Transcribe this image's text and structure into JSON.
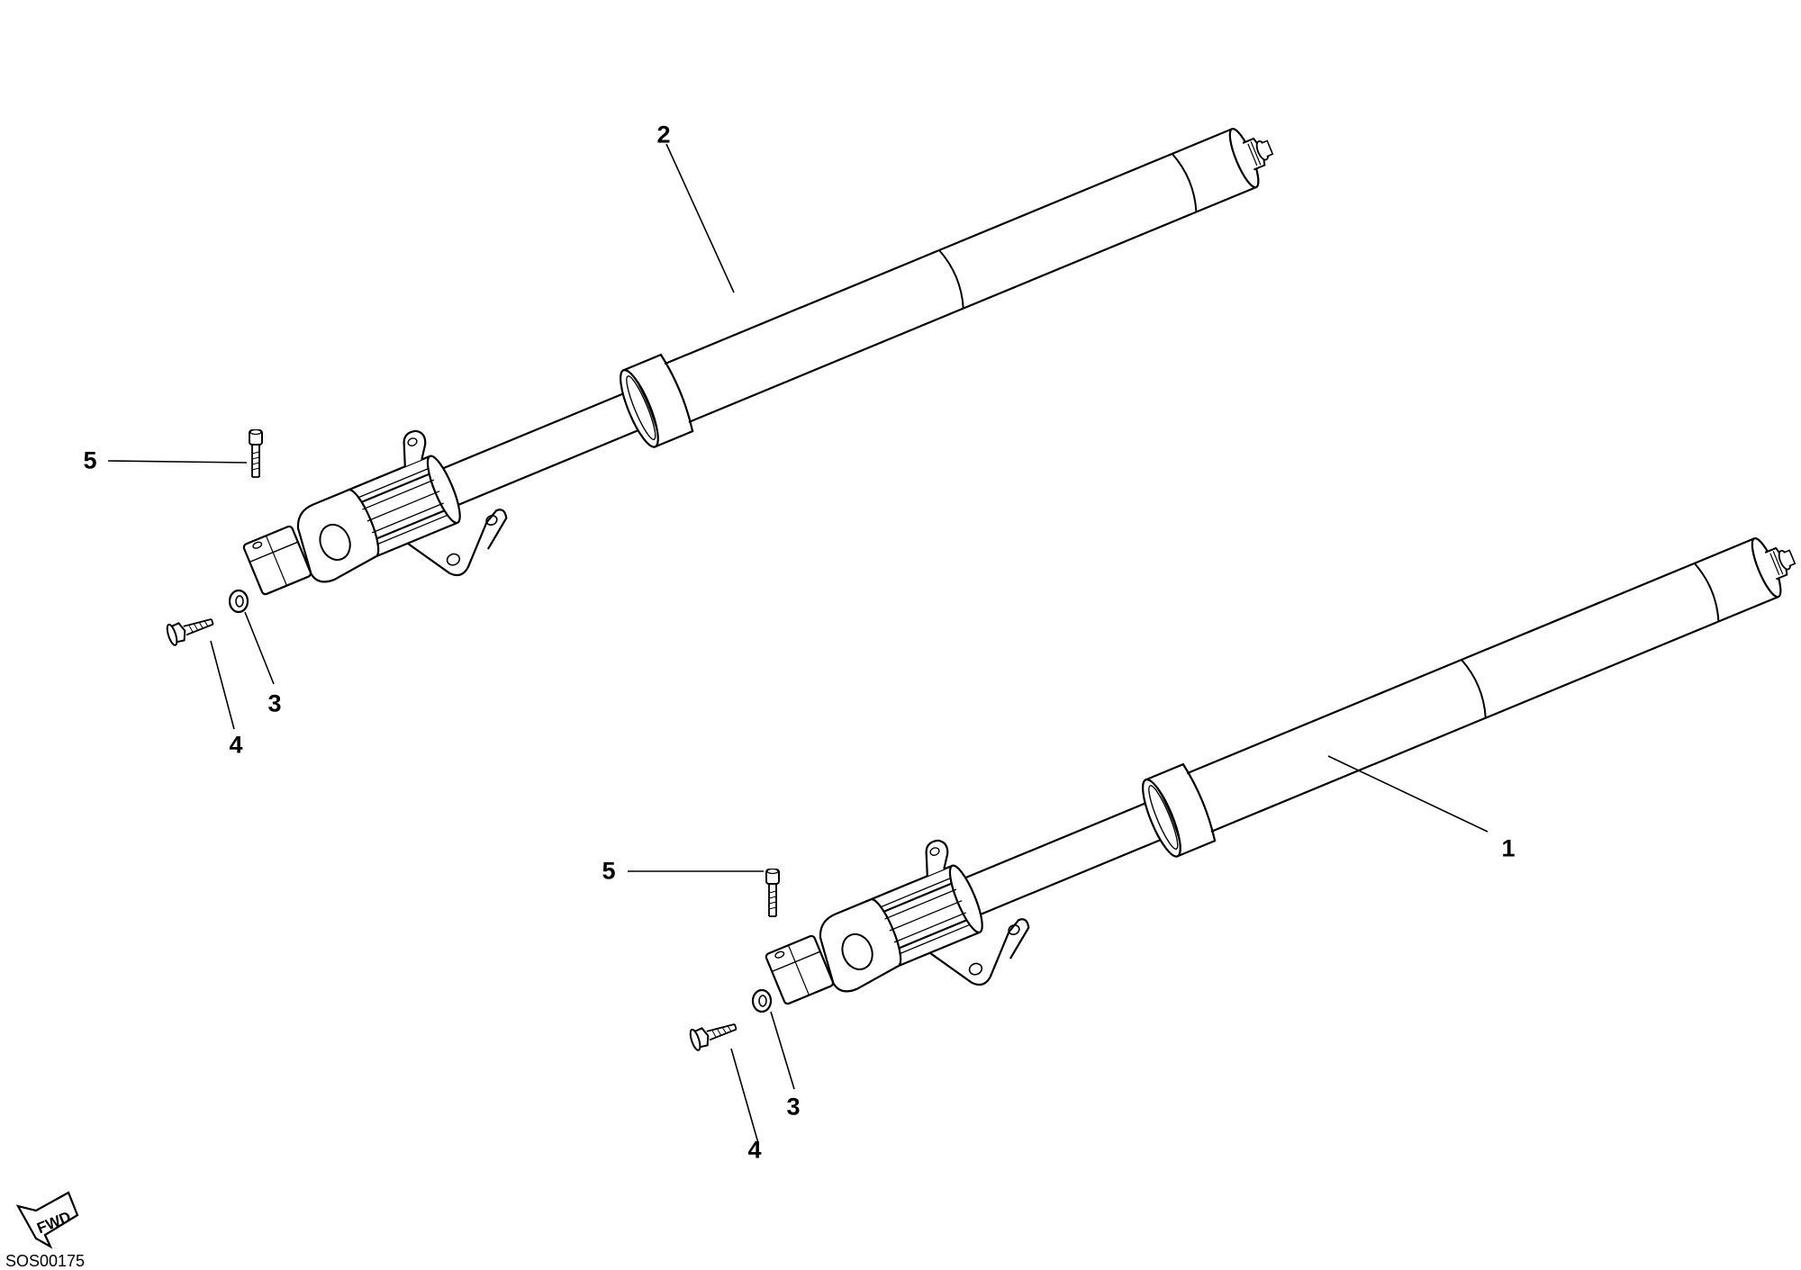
{
  "diagram": {
    "drawing_code": "SOS00175",
    "direction_indicator": "FWD",
    "callouts": {
      "upper": {
        "fork": "2",
        "screw": "5",
        "washer": "3",
        "bolt": "4"
      },
      "lower": {
        "fork": "1",
        "screw": "5",
        "washer": "3",
        "bolt": "4"
      }
    }
  }
}
